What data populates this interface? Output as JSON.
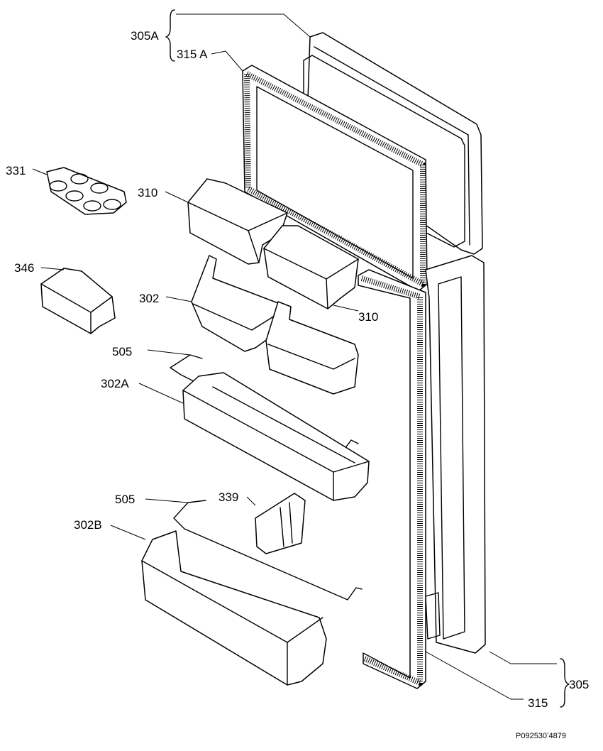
{
  "labels": {
    "l305A": "305A",
    "l315A": "315 A",
    "l331": "331",
    "l310a": "310",
    "l310b": "310",
    "l346": "346",
    "l302": "302",
    "l505a": "505",
    "l302A": "302A",
    "l505b": "505",
    "l339": "339",
    "l302B": "302B",
    "l305": "305",
    "l315": "315"
  },
  "reference": "P092530ʼ4879"
}
